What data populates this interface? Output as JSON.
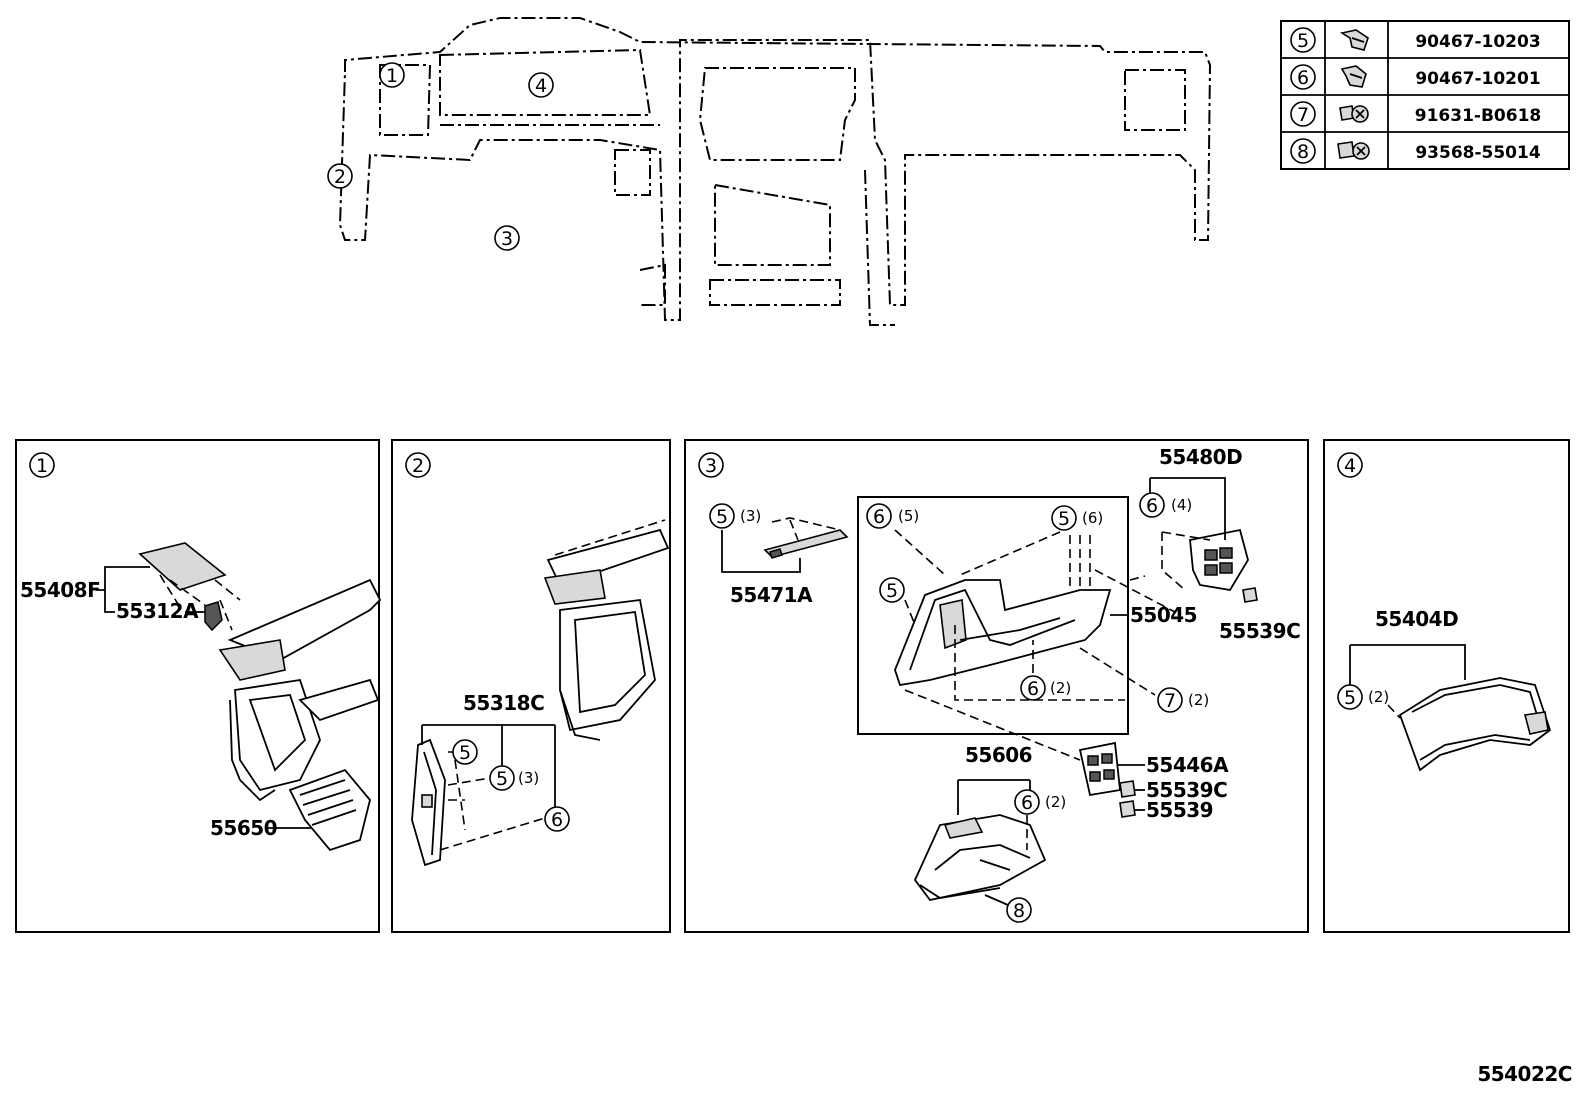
{
  "fastener_table": [
    {
      "num": "5",
      "icon": "clip-icon",
      "part": "90467-10203"
    },
    {
      "num": "6",
      "icon": "clip-icon",
      "part": "90467-10201"
    },
    {
      "num": "7",
      "icon": "screw-icon",
      "part": "91631-B0618"
    },
    {
      "num": "8",
      "icon": "screw-icon",
      "part": "93568-55014"
    }
  ],
  "overview": {
    "callouts": [
      "1",
      "2",
      "3",
      "4"
    ]
  },
  "panels": {
    "p1": {
      "num": "1",
      "labels": {
        "a": "55408F",
        "b": "55312A",
        "c": "55650"
      }
    },
    "p2": {
      "num": "2",
      "labels": {
        "a": "55318C"
      },
      "fasteners": {
        "f5a": "5",
        "f5b": "5",
        "f5b_qty": "(3)",
        "f6": "6"
      }
    },
    "p3": {
      "num": "3",
      "labels": {
        "a": "55471A",
        "b": "55480D",
        "c": "55045",
        "d": "55539C",
        "e": "55606",
        "f": "55446A",
        "g": "55539C",
        "h": "55539"
      },
      "fasteners": {
        "f5a": "5",
        "f5a_qty": "(3)",
        "f6a": "6",
        "f6a_qty": "(5)",
        "f5b": "5",
        "f5b_qty": "(6)",
        "f6b": "6",
        "f6b_qty": "(4)",
        "f5c": "5",
        "f6c": "6",
        "f6c_qty": "(2)",
        "f7": "7",
        "f7_qty": "(2)",
        "f6d": "6",
        "f6d_qty": "(2)",
        "f8": "8"
      }
    },
    "p4": {
      "num": "4",
      "labels": {
        "a": "55404D"
      },
      "fasteners": {
        "f5": "5",
        "f5_qty": "(2)"
      }
    }
  },
  "illustration_number": "554022C"
}
